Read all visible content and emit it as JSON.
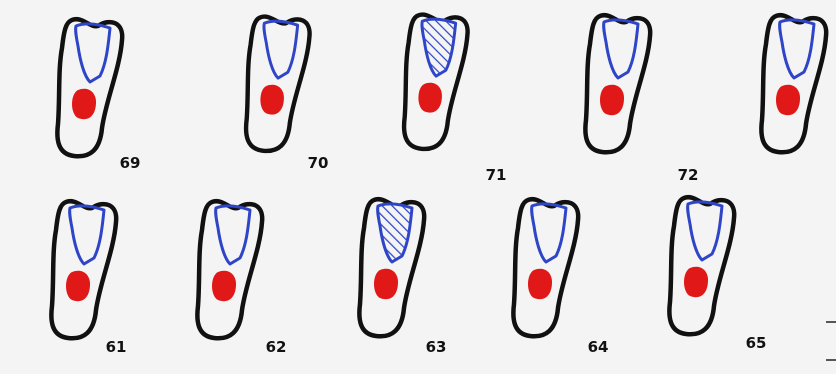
{
  "specimens": [
    {
      "label": "69",
      "hatched": false
    },
    {
      "label": "70",
      "hatched": false
    },
    {
      "label": "71",
      "hatched": true
    },
    {
      "label": "72",
      "hatched": false
    },
    {
      "label": "",
      "hatched": false
    },
    {
      "label": "61",
      "hatched": false
    },
    {
      "label": "62",
      "hatched": false
    },
    {
      "label": "63",
      "hatched": true
    },
    {
      "label": "64",
      "hatched": false
    },
    {
      "label": "65",
      "hatched": false
    }
  ],
  "colors": {
    "outline": "#111111",
    "canal": "#2f45c8",
    "pulp": "#e01818",
    "background": "#f4f4f4"
  }
}
